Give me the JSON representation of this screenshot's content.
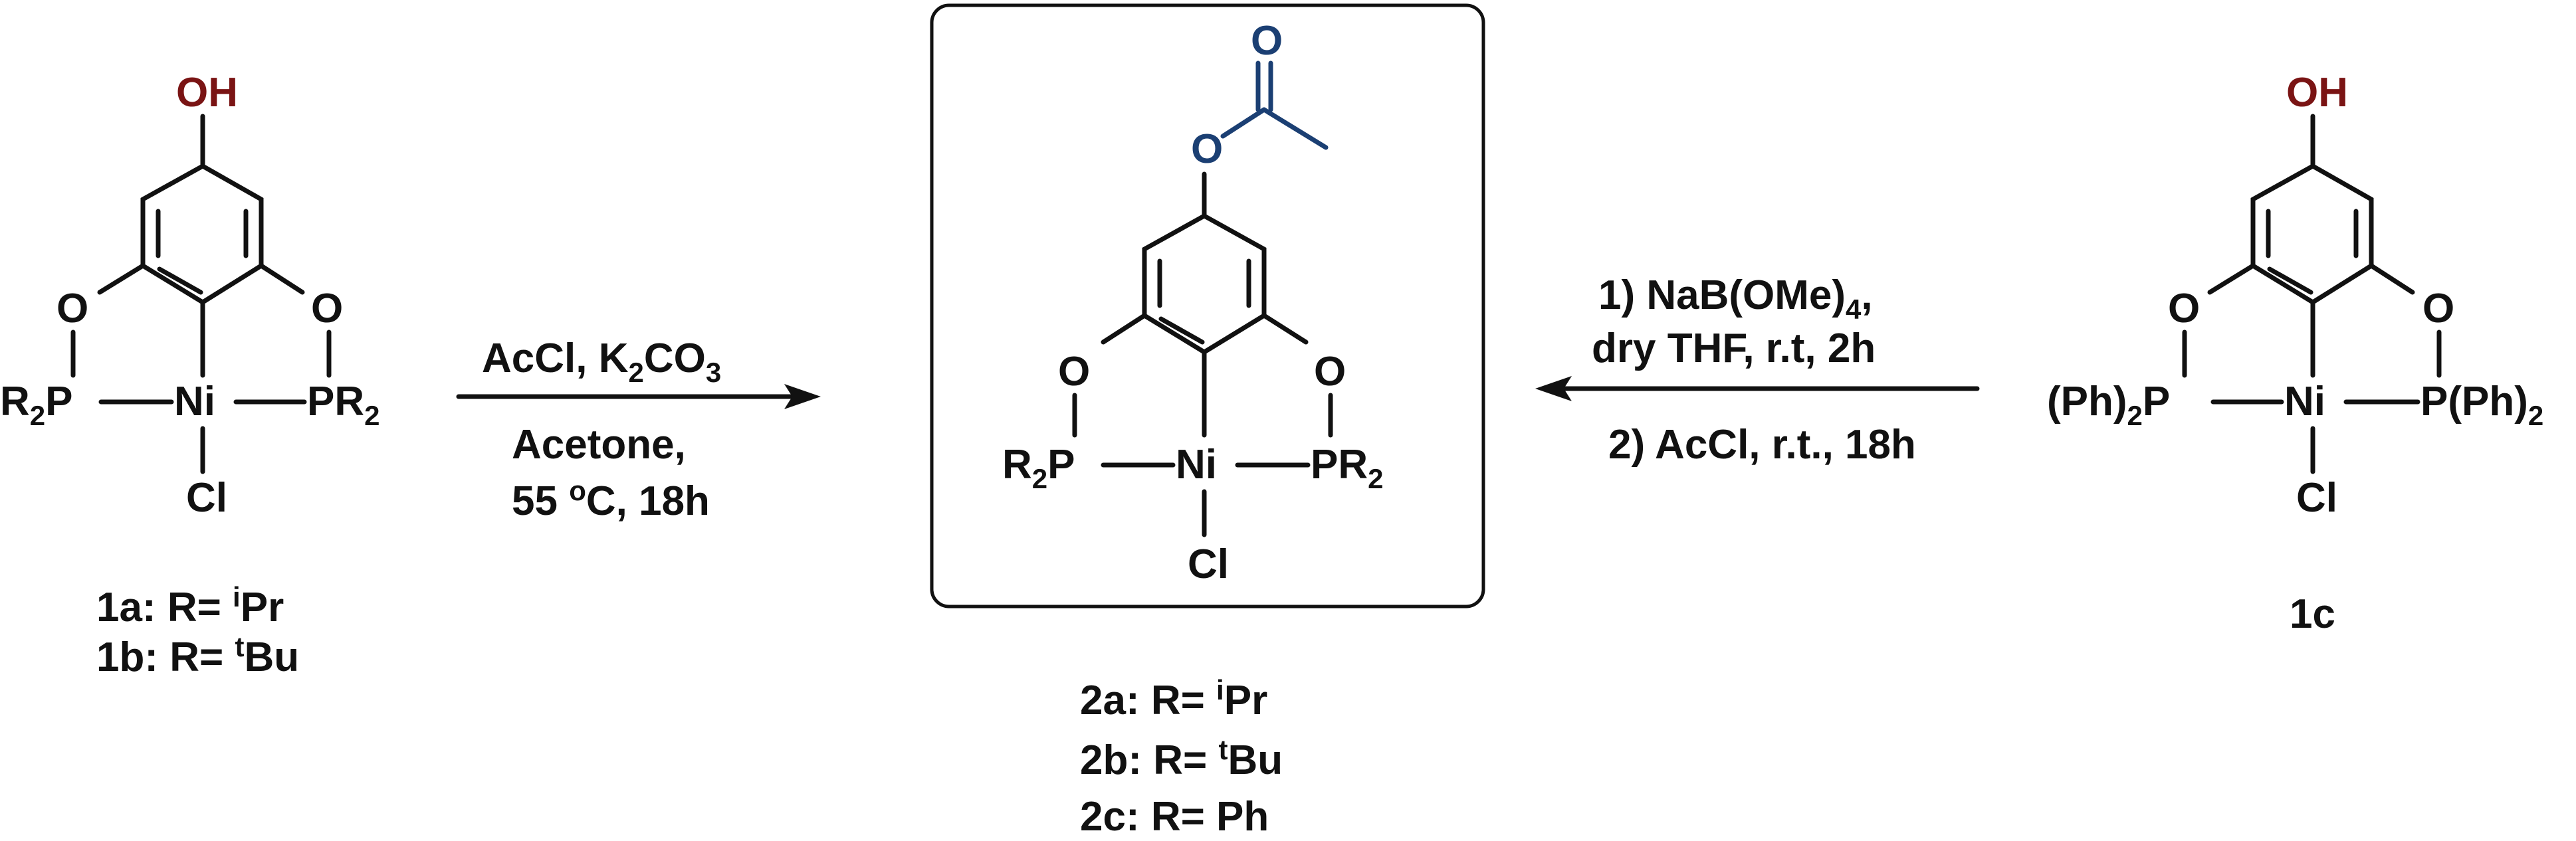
{
  "atoms": {
    "OH": "OH",
    "O": "O",
    "P": "P",
    "R": "R",
    "two": "2",
    "Ni": "Ni",
    "Cl": "Cl",
    "Ph_paren": "(Ph)",
    "PR": "PR"
  },
  "reagents_left": {
    "line1_a": "AcCl, K",
    "line1_sub": "2",
    "line1_b": "CO",
    "line1_sub2": "3",
    "line2": "Acetone,",
    "line3_a": "55 ",
    "line3_sup": "o",
    "line3_b": "C, 18h"
  },
  "reagents_right": {
    "line1_a": "1) NaB(OMe)",
    "line1_sub": "4",
    "line1_b": ",",
    "line2": "dry THF, r.t, 2h",
    "line3": "2) AcCl, r.t., 18h"
  },
  "labels_left": {
    "l1_a": "1a: R= ",
    "l1_sup": "i",
    "l1_b": "Pr",
    "l2_a": "1b: R= ",
    "l2_sup": "t",
    "l2_b": "Bu"
  },
  "labels_center": {
    "l1_a": "2a: R= ",
    "l1_sup": "i",
    "l1_b": "Pr",
    "l2_a": "2b: R= ",
    "l2_sup": "t",
    "l2_b": "Bu",
    "l3": "2c: R= Ph"
  },
  "labels_right": {
    "l1": "1c"
  },
  "colors": {
    "hydroxyl": "#7a1414",
    "acetyl": "#1b3f73",
    "bonds": "#111111"
  }
}
